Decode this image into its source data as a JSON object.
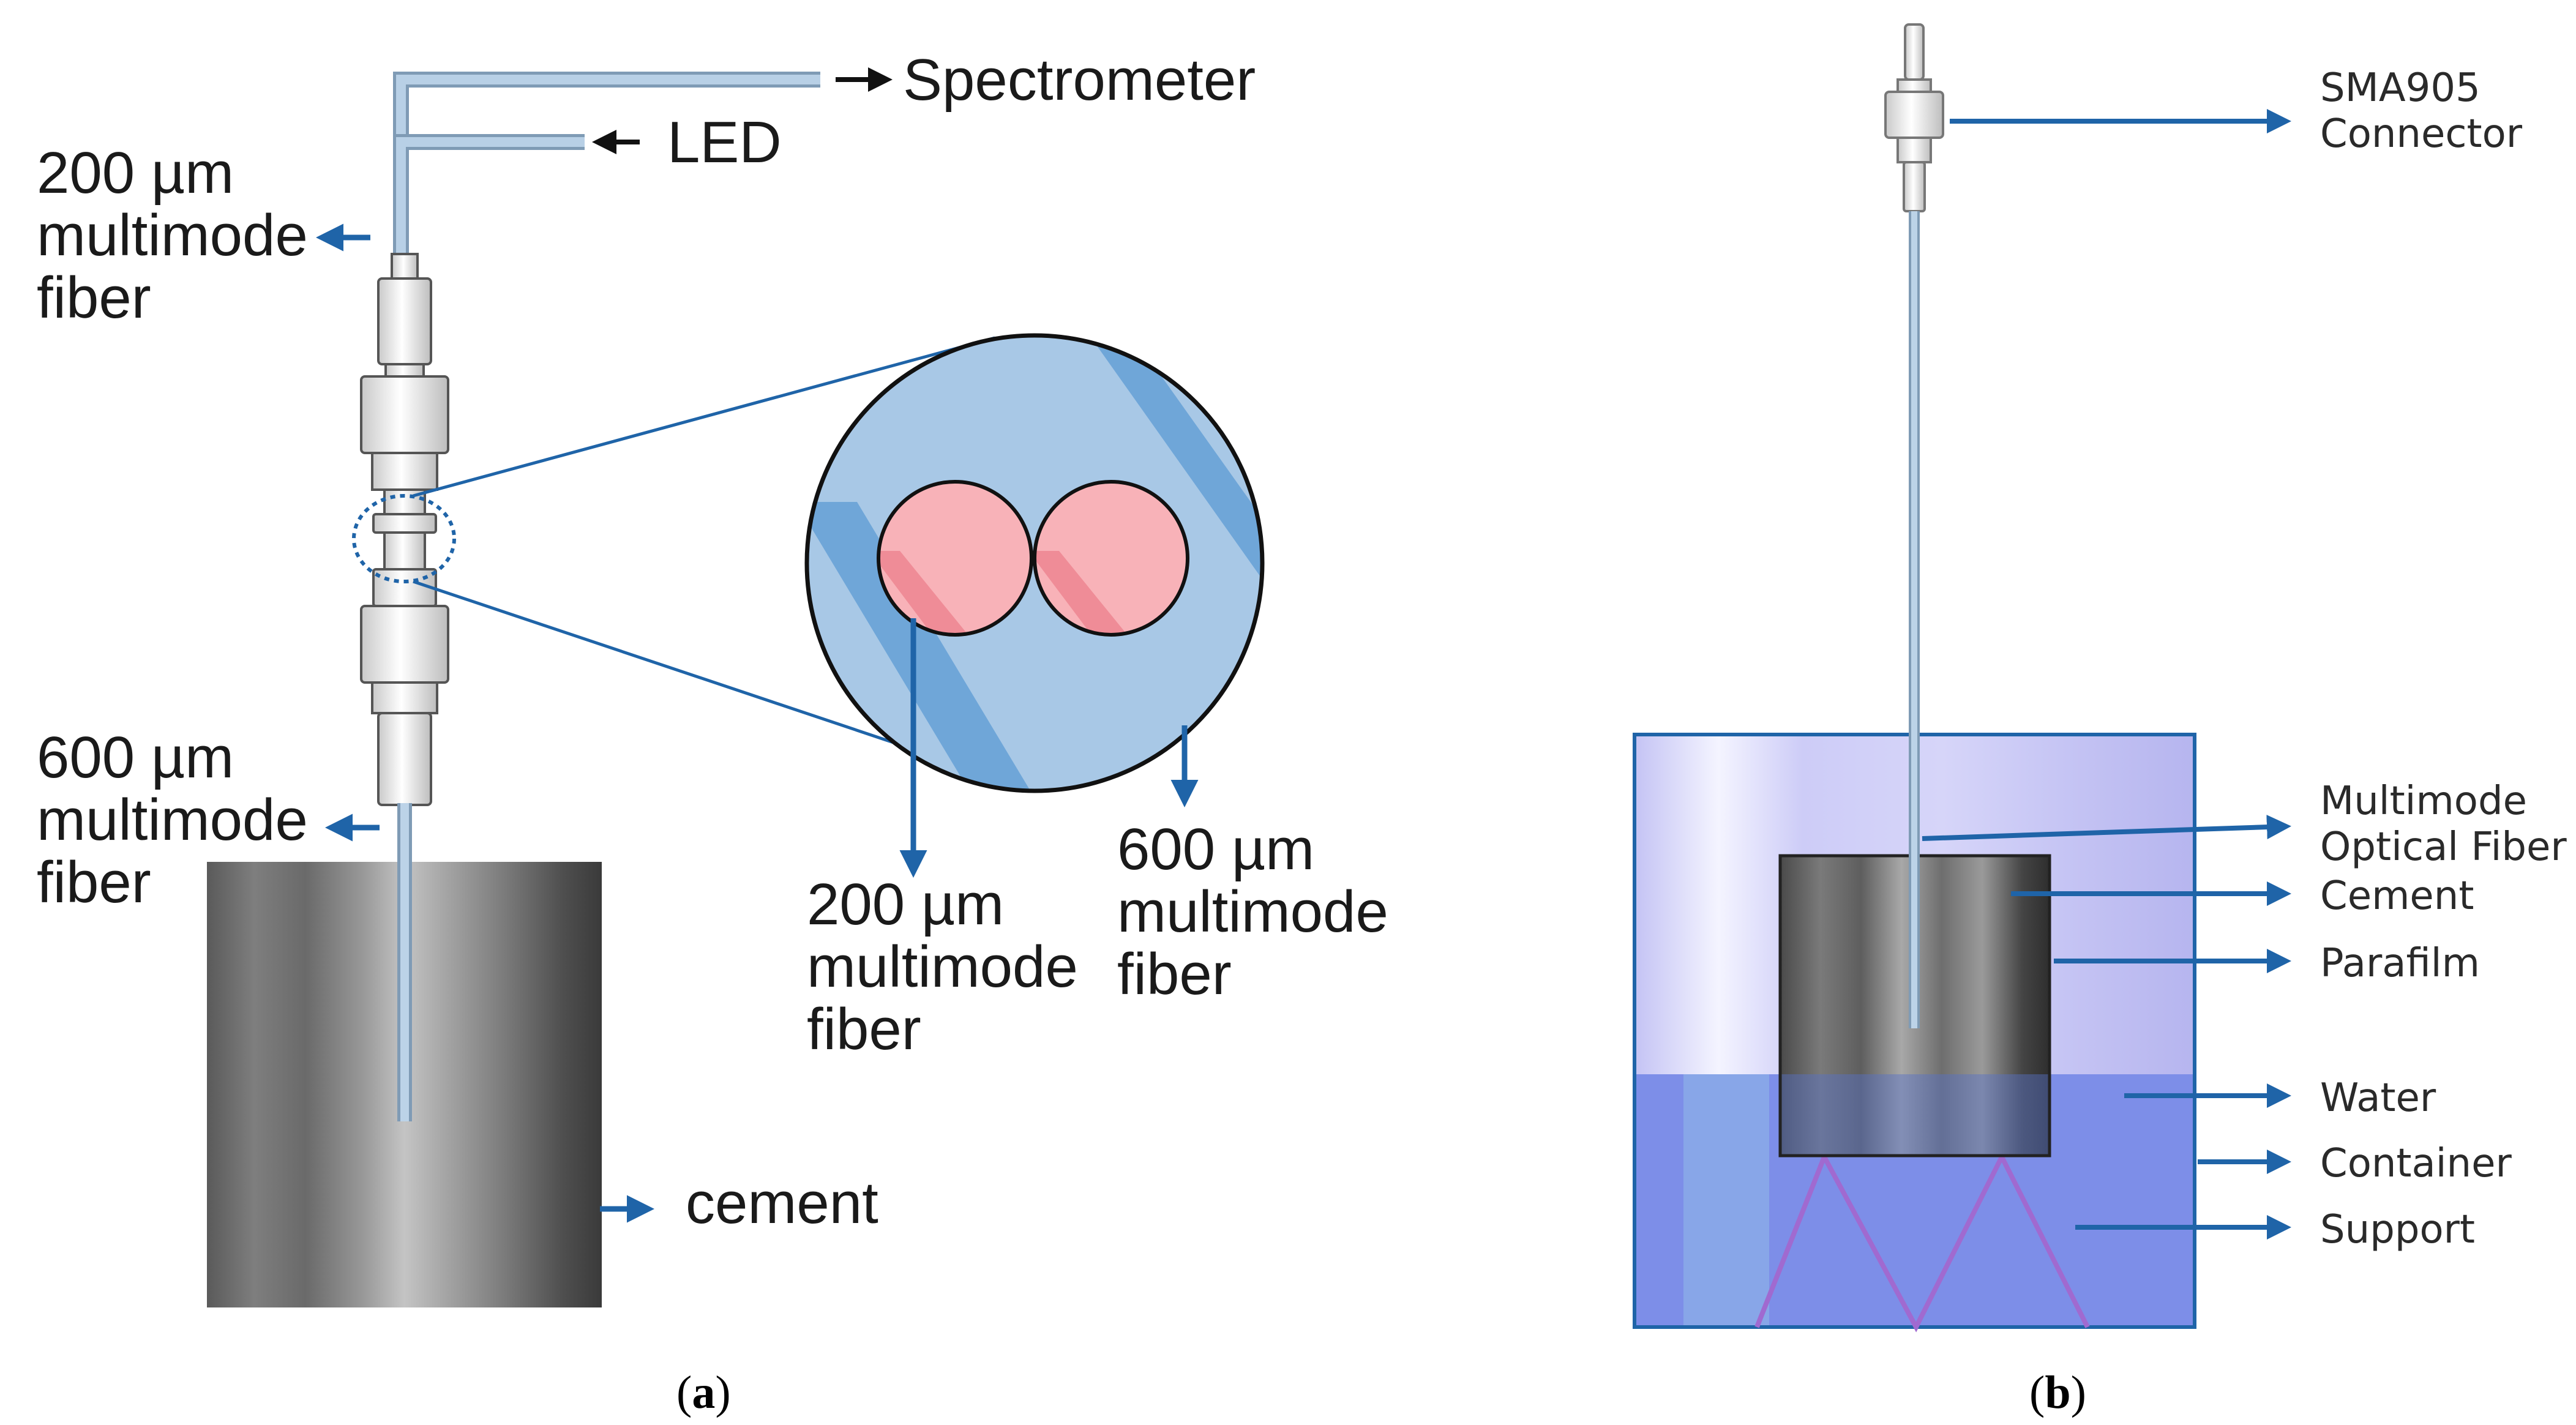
{
  "panel_a": {
    "spectrometer": "Spectrometer",
    "led": "LED",
    "fiber_200": [
      "200 µm",
      "multimode",
      "fiber"
    ],
    "fiber_600": [
      "600 µm",
      "multimode",
      "fiber"
    ],
    "zoom_200": [
      "200 µm",
      "multimode",
      "fiber"
    ],
    "zoom_600": [
      "600 µm",
      "multimode",
      "fiber"
    ],
    "cement": "cement",
    "caption_letter": "a"
  },
  "panel_b": {
    "connector": [
      "SMA905",
      "Connector"
    ],
    "optical_fiber": [
      "Multimode",
      "Optical Fiber"
    ],
    "cement": "Cement",
    "parafilm": "Parafilm",
    "water": "Water",
    "container": "Container",
    "support": "Support",
    "caption_letter": "b"
  },
  "colors": {
    "arrow_blue": "#1f64a8",
    "fiber_blue": "#a9c4df",
    "circle_light": "#a8c8e6",
    "circle_dark": "#6fa6d8",
    "core_pink": "#f6a5ab",
    "water_blue": "#7d8ee8",
    "container_air": "#c9c9f7",
    "support_purple": "#a06ad0"
  }
}
